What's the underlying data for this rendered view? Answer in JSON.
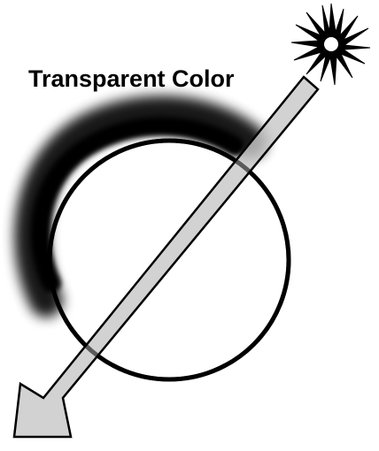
{
  "title": "Transparent Color",
  "colors": {
    "background": "#ffffff",
    "outline": "#000000",
    "arrow_fill": "#c8c8c8",
    "shadow": "#000000"
  },
  "elements": {
    "light_source": "sun-icon",
    "object": "circle",
    "ray": "light-ray-arrow",
    "shadow": "cast-shadow"
  }
}
